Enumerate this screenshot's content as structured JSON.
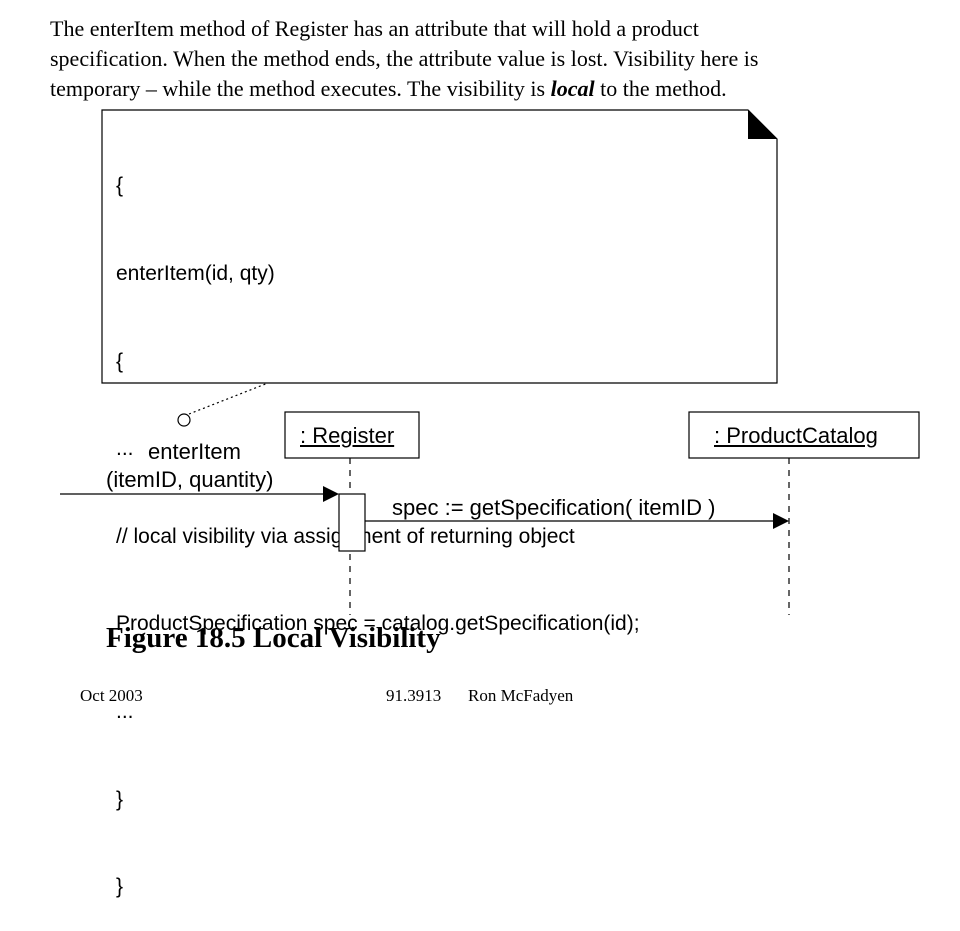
{
  "intro": {
    "line1": "The enterItem method of Register has an attribute that will hold a product",
    "line2": "specification. When the method ends, the attribute value is lost. Visibility here is",
    "line3_before": "temporary – while the method executes. The visibility is ",
    "line3_emphasis": "local",
    "line3_after": " to the method."
  },
  "code_lines": [
    "{",
    "enterItem(id, qty)",
    "{",
    "...",
    "// local visibility via assignment of returning object",
    "ProductSpecification spec = catalog.getSpecification(id);",
    "...",
    "}",
    "}"
  ],
  "diagram": {
    "register_label": ": Register",
    "catalog_label": ": ProductCatalog",
    "incoming_message_name": "enterItem",
    "incoming_message_args": "(itemID, quantity)",
    "call_message": "spec := getSpecification( itemID )"
  },
  "caption": "Figure 18.5 Local Visibility",
  "footer": {
    "date": "Oct 2003",
    "course": "91.3913",
    "author": "Ron McFadyen"
  }
}
